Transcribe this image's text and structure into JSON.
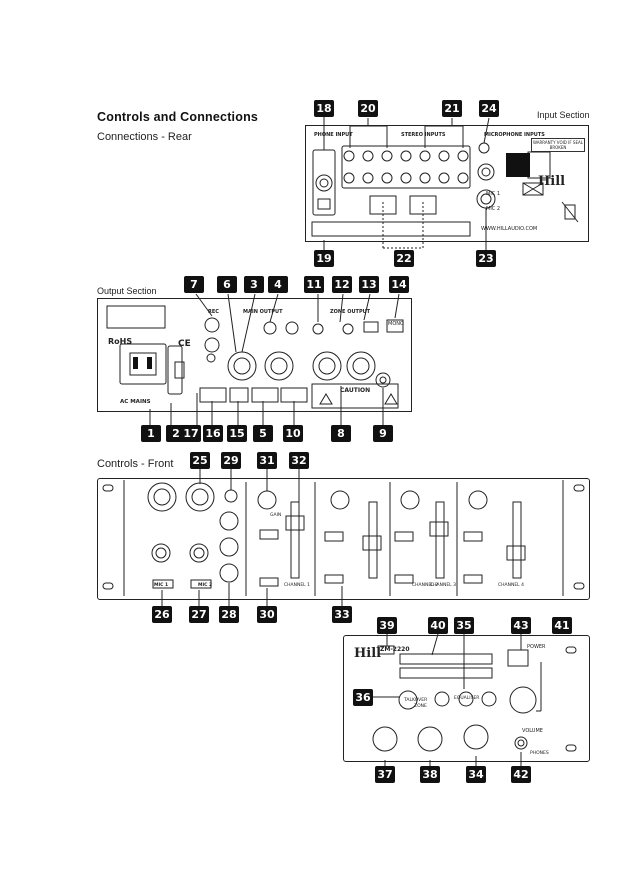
{
  "header": {
    "title": "Controls and Connections",
    "subtitle_rear": "Connections - Rear",
    "input_section": "Input Section",
    "output_section": "Output Section",
    "controls_front": "Controls - Front"
  },
  "callouts": [
    "18",
    "20",
    "21",
    "24",
    "19",
    "22",
    "23",
    "7",
    "6",
    "3",
    "4",
    "11",
    "12",
    "13",
    "14",
    "1",
    "2",
    "17",
    "16",
    "15",
    "5",
    "10",
    "8",
    "9",
    "25",
    "29",
    "31",
    "32",
    "26",
    "27",
    "28",
    "30",
    "33",
    "39",
    "40",
    "35",
    "43",
    "41",
    "36",
    "37",
    "38",
    "34",
    "42"
  ],
  "input_panel": {
    "phone_input": "PHONE INPUT",
    "stereo_inputs": "STEREO INPUTS",
    "mic_inputs": "MICROPHONE INPUTS",
    "mic1": "MIC 1",
    "mic2": "MIC 2",
    "warranty": "WARRANTY VOID IF SEAL BROKEN",
    "brand": "Hill",
    "website": "WWW.HILLAUDIO.COM"
  },
  "output_panel": {
    "rohs": "RoHS",
    "ce": "CE",
    "ac_mains": "AC MAINS",
    "rec": "REC",
    "main_output": "MAIN OUTPUT",
    "zone_output": "ZONE OUTPUT",
    "caution": "CAUTION",
    "mono": "MONO"
  },
  "front_panel": {
    "channels": [
      "CHANNEL 1",
      "CHANNEL 2",
      "CHANNEL 3",
      "CHANNEL 4"
    ],
    "mic_labels": [
      "MIC 1",
      "MIC 2"
    ],
    "gain": "GAIN"
  },
  "right_panel": {
    "model": "ZM-2220",
    "power": "POWER",
    "volume": "VOLUME",
    "talkover": "TALKOVER",
    "zone": "ZONE",
    "equaliser": "EQUALISER",
    "phones": "PHONES"
  }
}
